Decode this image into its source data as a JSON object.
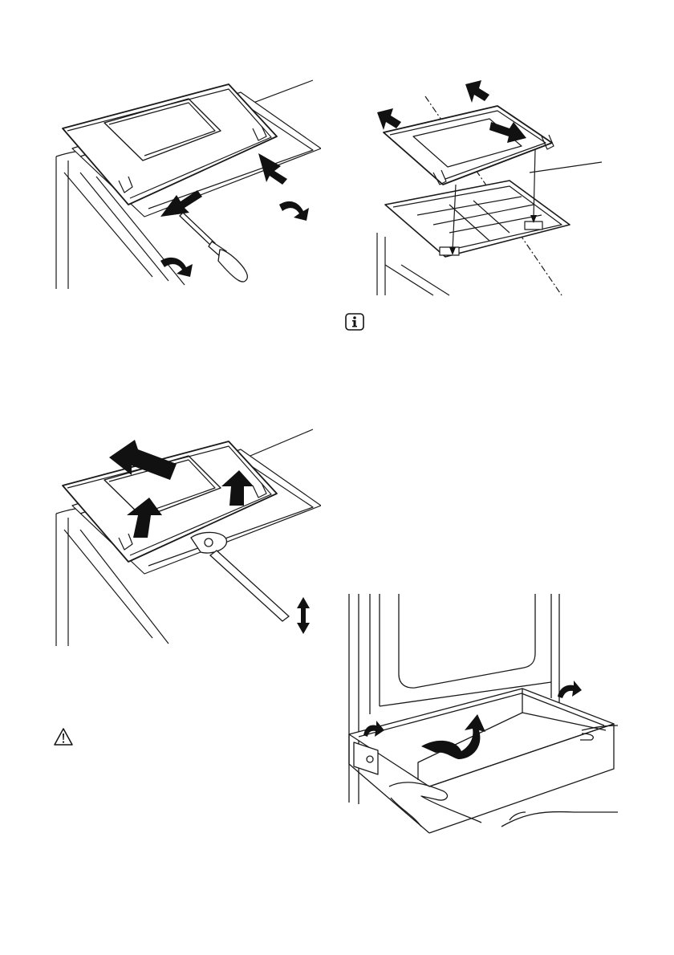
{
  "colors": {
    "line": "#1a1a1a",
    "fill": "#ffffff",
    "shade": "#ececec"
  },
  "icons": {
    "info": "info-icon",
    "warning": "warning-triangle-icon"
  },
  "figures": [
    {
      "name": "door-glass-screwdriver-illustration"
    },
    {
      "name": "door-glass-realign-illustration"
    },
    {
      "name": "door-glass-lift-tool-illustration"
    },
    {
      "name": "drawer-removal-illustration"
    }
  ]
}
